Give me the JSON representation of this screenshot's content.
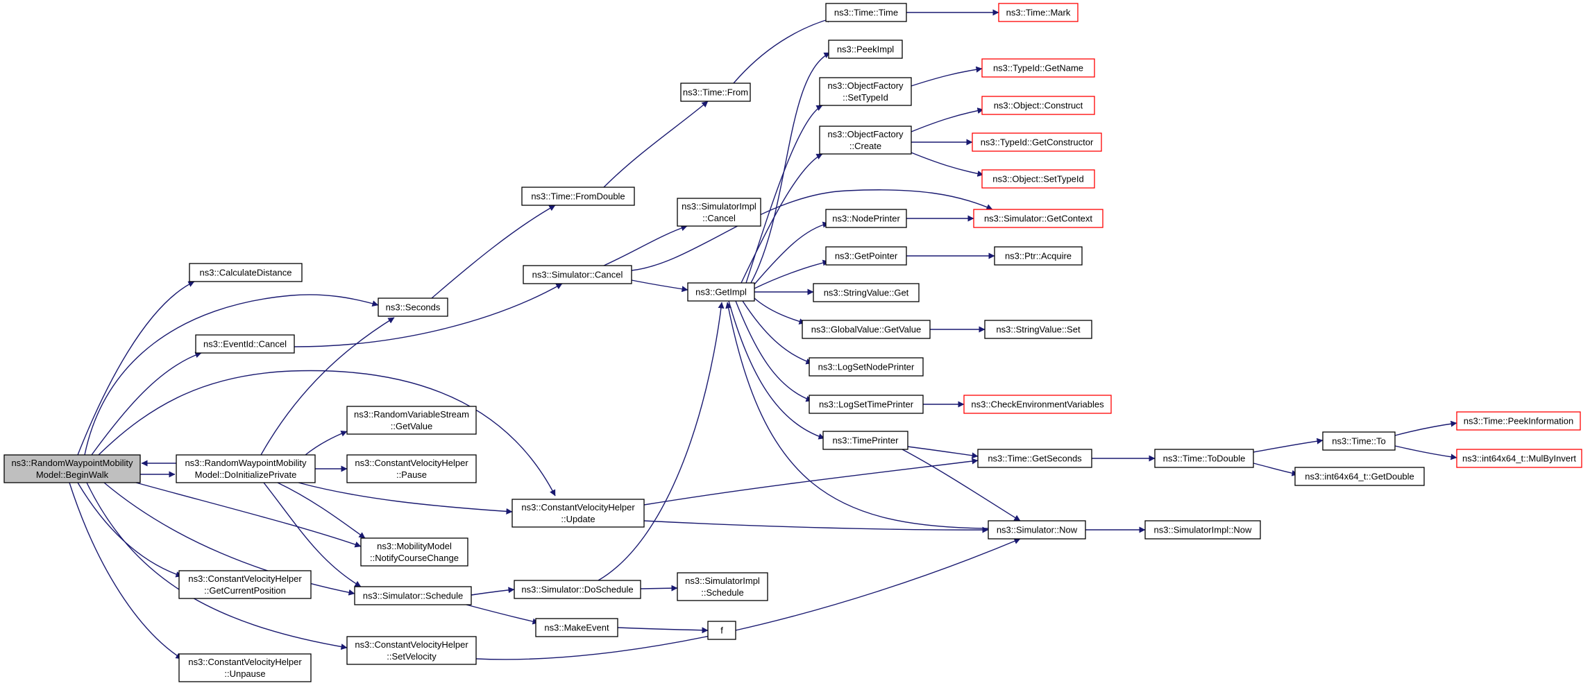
{
  "colors": {
    "edge": "#191970",
    "node_border": "#000000",
    "node_border_external": "#ff0000",
    "focus_fill": "#bfbfbf",
    "node_fill": "#ffffff"
  },
  "nodes": [
    {
      "id": "root",
      "lines": [
        "ns3::RandomWaypointMobility",
        "Model::BeginWalk"
      ],
      "kind": "focus"
    },
    {
      "id": "calcDist",
      "lines": [
        "ns3::CalculateDistance"
      ],
      "kind": "normal"
    },
    {
      "id": "eventCancel",
      "lines": [
        "ns3::EventId::Cancel"
      ],
      "kind": "normal"
    },
    {
      "id": "doInit",
      "lines": [
        "ns3::RandomWaypointMobility",
        "Model::DoInitializePrivate"
      ],
      "kind": "normal"
    },
    {
      "id": "cvGetCurPos",
      "lines": [
        "ns3::ConstantVelocityHelper",
        "::GetCurrentPosition"
      ],
      "kind": "normal"
    },
    {
      "id": "cvUnpause",
      "lines": [
        "ns3::ConstantVelocityHelper",
        "::Unpause"
      ],
      "kind": "normal"
    },
    {
      "id": "seconds",
      "lines": [
        "ns3::Seconds"
      ],
      "kind": "normal"
    },
    {
      "id": "rvsGetValue",
      "lines": [
        "ns3::RandomVariableStream",
        "::GetValue"
      ],
      "kind": "normal"
    },
    {
      "id": "cvPause",
      "lines": [
        "ns3::ConstantVelocityHelper",
        "::Pause"
      ],
      "kind": "normal"
    },
    {
      "id": "mobNotify",
      "lines": [
        "ns3::MobilityModel",
        "::NotifyCourseChange"
      ],
      "kind": "normal"
    },
    {
      "id": "simSchedule",
      "lines": [
        "ns3::Simulator::Schedule"
      ],
      "kind": "normal"
    },
    {
      "id": "cvSetVel",
      "lines": [
        "ns3::ConstantVelocityHelper",
        "::SetVelocity"
      ],
      "kind": "normal"
    },
    {
      "id": "fromDouble",
      "lines": [
        "ns3::Time::FromDouble"
      ],
      "kind": "normal"
    },
    {
      "id": "simCancel",
      "lines": [
        "ns3::Simulator::Cancel"
      ],
      "kind": "normal"
    },
    {
      "id": "cvUpdate",
      "lines": [
        "ns3::ConstantVelocityHelper",
        "::Update"
      ],
      "kind": "normal"
    },
    {
      "id": "doSchedule",
      "lines": [
        "ns3::Simulator::DoSchedule"
      ],
      "kind": "normal"
    },
    {
      "id": "makeEvent",
      "lines": [
        "ns3::MakeEvent"
      ],
      "kind": "normal"
    },
    {
      "id": "timeFrom",
      "lines": [
        "ns3::Time::From"
      ],
      "kind": "normal"
    },
    {
      "id": "simImplCancel",
      "lines": [
        "ns3::SimulatorImpl",
        "::Cancel"
      ],
      "kind": "normal"
    },
    {
      "id": "getImpl",
      "lines": [
        "ns3::GetImpl"
      ],
      "kind": "normal"
    },
    {
      "id": "simImplSchedule",
      "lines": [
        "ns3::SimulatorImpl",
        "::Schedule"
      ],
      "kind": "normal"
    },
    {
      "id": "f",
      "lines": [
        "f"
      ],
      "kind": "normal"
    },
    {
      "id": "timeTime",
      "lines": [
        "ns3::Time::Time"
      ],
      "kind": "normal"
    },
    {
      "id": "peekImpl",
      "lines": [
        "ns3::PeekImpl"
      ],
      "kind": "normal"
    },
    {
      "id": "ofSetTypeId",
      "lines": [
        "ns3::ObjectFactory",
        "::SetTypeId"
      ],
      "kind": "normal"
    },
    {
      "id": "ofCreate",
      "lines": [
        "ns3::ObjectFactory",
        "::Create"
      ],
      "kind": "normal"
    },
    {
      "id": "nodePrinter",
      "lines": [
        "ns3::NodePrinter"
      ],
      "kind": "normal"
    },
    {
      "id": "getPointer",
      "lines": [
        "ns3::GetPointer"
      ],
      "kind": "normal"
    },
    {
      "id": "stringValueGet",
      "lines": [
        "ns3::StringValue::Get"
      ],
      "kind": "normal"
    },
    {
      "id": "gvGetValue",
      "lines": [
        "ns3::GlobalValue::GetValue"
      ],
      "kind": "normal"
    },
    {
      "id": "logSetNode",
      "lines": [
        "ns3::LogSetNodePrinter"
      ],
      "kind": "normal"
    },
    {
      "id": "logSetTime",
      "lines": [
        "ns3::LogSetTimePrinter"
      ],
      "kind": "normal"
    },
    {
      "id": "timePrinter",
      "lines": [
        "ns3::TimePrinter"
      ],
      "kind": "normal"
    },
    {
      "id": "simNow",
      "lines": [
        "ns3::Simulator::Now"
      ],
      "kind": "normal"
    },
    {
      "id": "timeMark",
      "lines": [
        "ns3::Time::Mark"
      ],
      "kind": "external"
    },
    {
      "id": "typeIdGetName",
      "lines": [
        "ns3::TypeId::GetName"
      ],
      "kind": "external"
    },
    {
      "id": "objConstruct",
      "lines": [
        "ns3::Object::Construct"
      ],
      "kind": "external"
    },
    {
      "id": "typeIdGetCtor",
      "lines": [
        "ns3::TypeId::GetConstructor"
      ],
      "kind": "external"
    },
    {
      "id": "objSetTypeId",
      "lines": [
        "ns3::Object::SetTypeId"
      ],
      "kind": "external"
    },
    {
      "id": "simGetContext",
      "lines": [
        "ns3::Simulator::GetContext"
      ],
      "kind": "external"
    },
    {
      "id": "ptrAcquire",
      "lines": [
        "ns3::Ptr::Acquire"
      ],
      "kind": "normal"
    },
    {
      "id": "stringValueSet",
      "lines": [
        "ns3::StringValue::Set"
      ],
      "kind": "normal"
    },
    {
      "id": "checkEnv",
      "lines": [
        "ns3::CheckEnvironmentVariables"
      ],
      "kind": "external"
    },
    {
      "id": "timeGetSeconds",
      "lines": [
        "ns3::Time::GetSeconds"
      ],
      "kind": "normal"
    },
    {
      "id": "simImplNow",
      "lines": [
        "ns3::SimulatorImpl::Now"
      ],
      "kind": "normal"
    },
    {
      "id": "timeToDouble",
      "lines": [
        "ns3::Time::ToDouble"
      ],
      "kind": "normal"
    },
    {
      "id": "timeTo",
      "lines": [
        "ns3::Time::To"
      ],
      "kind": "normal"
    },
    {
      "id": "int64GetDouble",
      "lines": [
        "ns3::int64x64_t::GetDouble"
      ],
      "kind": "normal"
    },
    {
      "id": "timePeekInfo",
      "lines": [
        "ns3::Time::PeekInformation"
      ],
      "kind": "external"
    },
    {
      "id": "int64MulByInvert",
      "lines": [
        "ns3::int64x64_t::MulByInvert"
      ],
      "kind": "external"
    }
  ],
  "edges": [
    {
      "from": "root",
      "to": "calcDist"
    },
    {
      "from": "root",
      "to": "seconds"
    },
    {
      "from": "root",
      "to": "eventCancel"
    },
    {
      "from": "root",
      "to": "cvUpdate"
    },
    {
      "from": "root",
      "to": "doInit"
    },
    {
      "from": "root",
      "to": "mobNotify"
    },
    {
      "from": "root",
      "to": "cvGetCurPos"
    },
    {
      "from": "root",
      "to": "simSchedule"
    },
    {
      "from": "root",
      "to": "cvSetVel"
    },
    {
      "from": "root",
      "to": "cvUnpause"
    },
    {
      "from": "doInit",
      "to": "root"
    },
    {
      "from": "doInit",
      "to": "seconds"
    },
    {
      "from": "doInit",
      "to": "rvsGetValue"
    },
    {
      "from": "doInit",
      "to": "cvPause"
    },
    {
      "from": "doInit",
      "to": "mobNotify"
    },
    {
      "from": "doInit",
      "to": "cvUpdate"
    },
    {
      "from": "doInit",
      "to": "simSchedule"
    },
    {
      "from": "eventCancel",
      "to": "simCancel"
    },
    {
      "from": "seconds",
      "to": "fromDouble"
    },
    {
      "from": "fromDouble",
      "to": "timeFrom"
    },
    {
      "from": "timeFrom",
      "to": "timeTime"
    },
    {
      "from": "timeTime",
      "to": "timeMark"
    },
    {
      "from": "simCancel",
      "to": "simImplCancel"
    },
    {
      "from": "simCancel",
      "to": "getImpl"
    },
    {
      "from": "simCancel",
      "to": "simGetContext"
    },
    {
      "from": "simSchedule",
      "to": "doSchedule"
    },
    {
      "from": "simSchedule",
      "to": "makeEvent"
    },
    {
      "from": "doSchedule",
      "to": "getImpl"
    },
    {
      "from": "doSchedule",
      "to": "simImplSchedule"
    },
    {
      "from": "makeEvent",
      "to": "f"
    },
    {
      "from": "cvUpdate",
      "to": "timeGetSeconds"
    },
    {
      "from": "cvUpdate",
      "to": "simNow"
    },
    {
      "from": "cvSetVel",
      "to": "simNow"
    },
    {
      "from": "getImpl",
      "to": "peekImpl"
    },
    {
      "from": "getImpl",
      "to": "ofSetTypeId"
    },
    {
      "from": "getImpl",
      "to": "ofCreate"
    },
    {
      "from": "getImpl",
      "to": "nodePrinter"
    },
    {
      "from": "getImpl",
      "to": "getPointer"
    },
    {
      "from": "getImpl",
      "to": "stringValueGet"
    },
    {
      "from": "getImpl",
      "to": "gvGetValue"
    },
    {
      "from": "getImpl",
      "to": "logSetNode"
    },
    {
      "from": "getImpl",
      "to": "logSetTime"
    },
    {
      "from": "getImpl",
      "to": "timePrinter"
    },
    {
      "from": "simNow",
      "to": "getImpl"
    },
    {
      "from": "simNow",
      "to": "simImplNow"
    },
    {
      "from": "ofSetTypeId",
      "to": "typeIdGetName"
    },
    {
      "from": "ofCreate",
      "to": "objConstruct"
    },
    {
      "from": "ofCreate",
      "to": "typeIdGetCtor"
    },
    {
      "from": "ofCreate",
      "to": "objSetTypeId"
    },
    {
      "from": "nodePrinter",
      "to": "simGetContext"
    },
    {
      "from": "getPointer",
      "to": "ptrAcquire"
    },
    {
      "from": "gvGetValue",
      "to": "stringValueSet"
    },
    {
      "from": "logSetTime",
      "to": "checkEnv"
    },
    {
      "from": "timePrinter",
      "to": "timeGetSeconds"
    },
    {
      "from": "timePrinter",
      "to": "simNow"
    },
    {
      "from": "timeGetSeconds",
      "to": "timeToDouble"
    },
    {
      "from": "timeToDouble",
      "to": "timeTo"
    },
    {
      "from": "timeToDouble",
      "to": "int64GetDouble"
    },
    {
      "from": "timeTo",
      "to": "timePeekInfo"
    },
    {
      "from": "timeTo",
      "to": "int64MulByInvert"
    }
  ]
}
